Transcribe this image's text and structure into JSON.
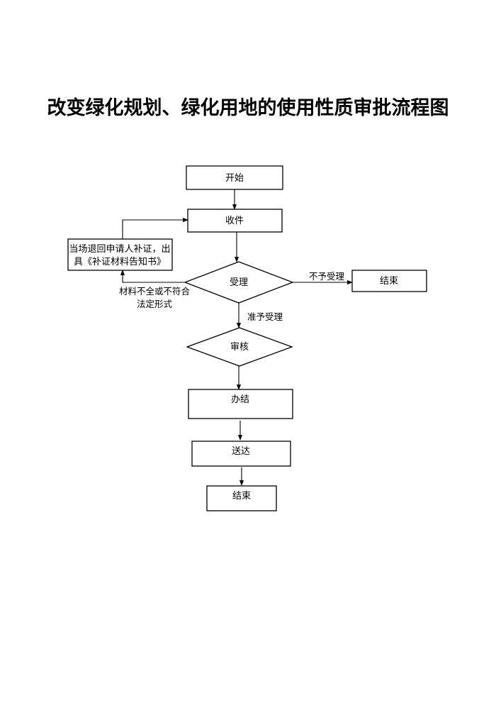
{
  "title": "改变绿化规划、绿化用地的使用性质审批流程图",
  "nodes": {
    "start": "开始",
    "receive": "收件",
    "return_note_line1": "当场退回申请人补证，出",
    "return_note_line2": "具《补证材料告知书》",
    "accept": "受理",
    "end_reject": "结束",
    "review": "审核",
    "handle": "办结",
    "deliver": "送达",
    "end_final": "结束"
  },
  "edges": {
    "reject_label": "不予受理",
    "approve_label": "准予受理",
    "incomplete_line1": "材料不全或不符合",
    "incomplete_line2": "法定形式"
  }
}
